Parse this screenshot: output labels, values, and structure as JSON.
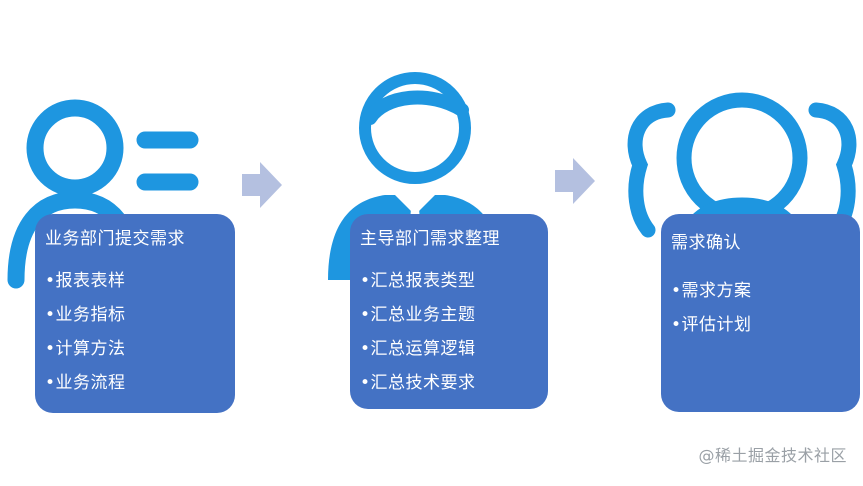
{
  "steps": [
    {
      "title": "业务部门提交需求",
      "items": [
        "•报表表样",
        "•业务指标",
        "•计算方法",
        "•业务流程"
      ]
    },
    {
      "title": "主导部门需求整理",
      "items": [
        "•汇总报表类型",
        "•汇总业务主题",
        "•汇总运算逻辑",
        "•汇总技术要求"
      ]
    },
    {
      "title": "需求确认",
      "items": [
        "•需求方案",
        "•评估计划"
      ]
    }
  ],
  "icons": [
    "user-with-lines-icon",
    "businessman-icon",
    "user-group-icon",
    "arrow-right-icon"
  ],
  "colors": {
    "icon_blue": "#1e96e0",
    "card_blue": "#4472c4",
    "arrow": "#b4c0e0"
  },
  "watermark": "@稀土掘金技术社区"
}
